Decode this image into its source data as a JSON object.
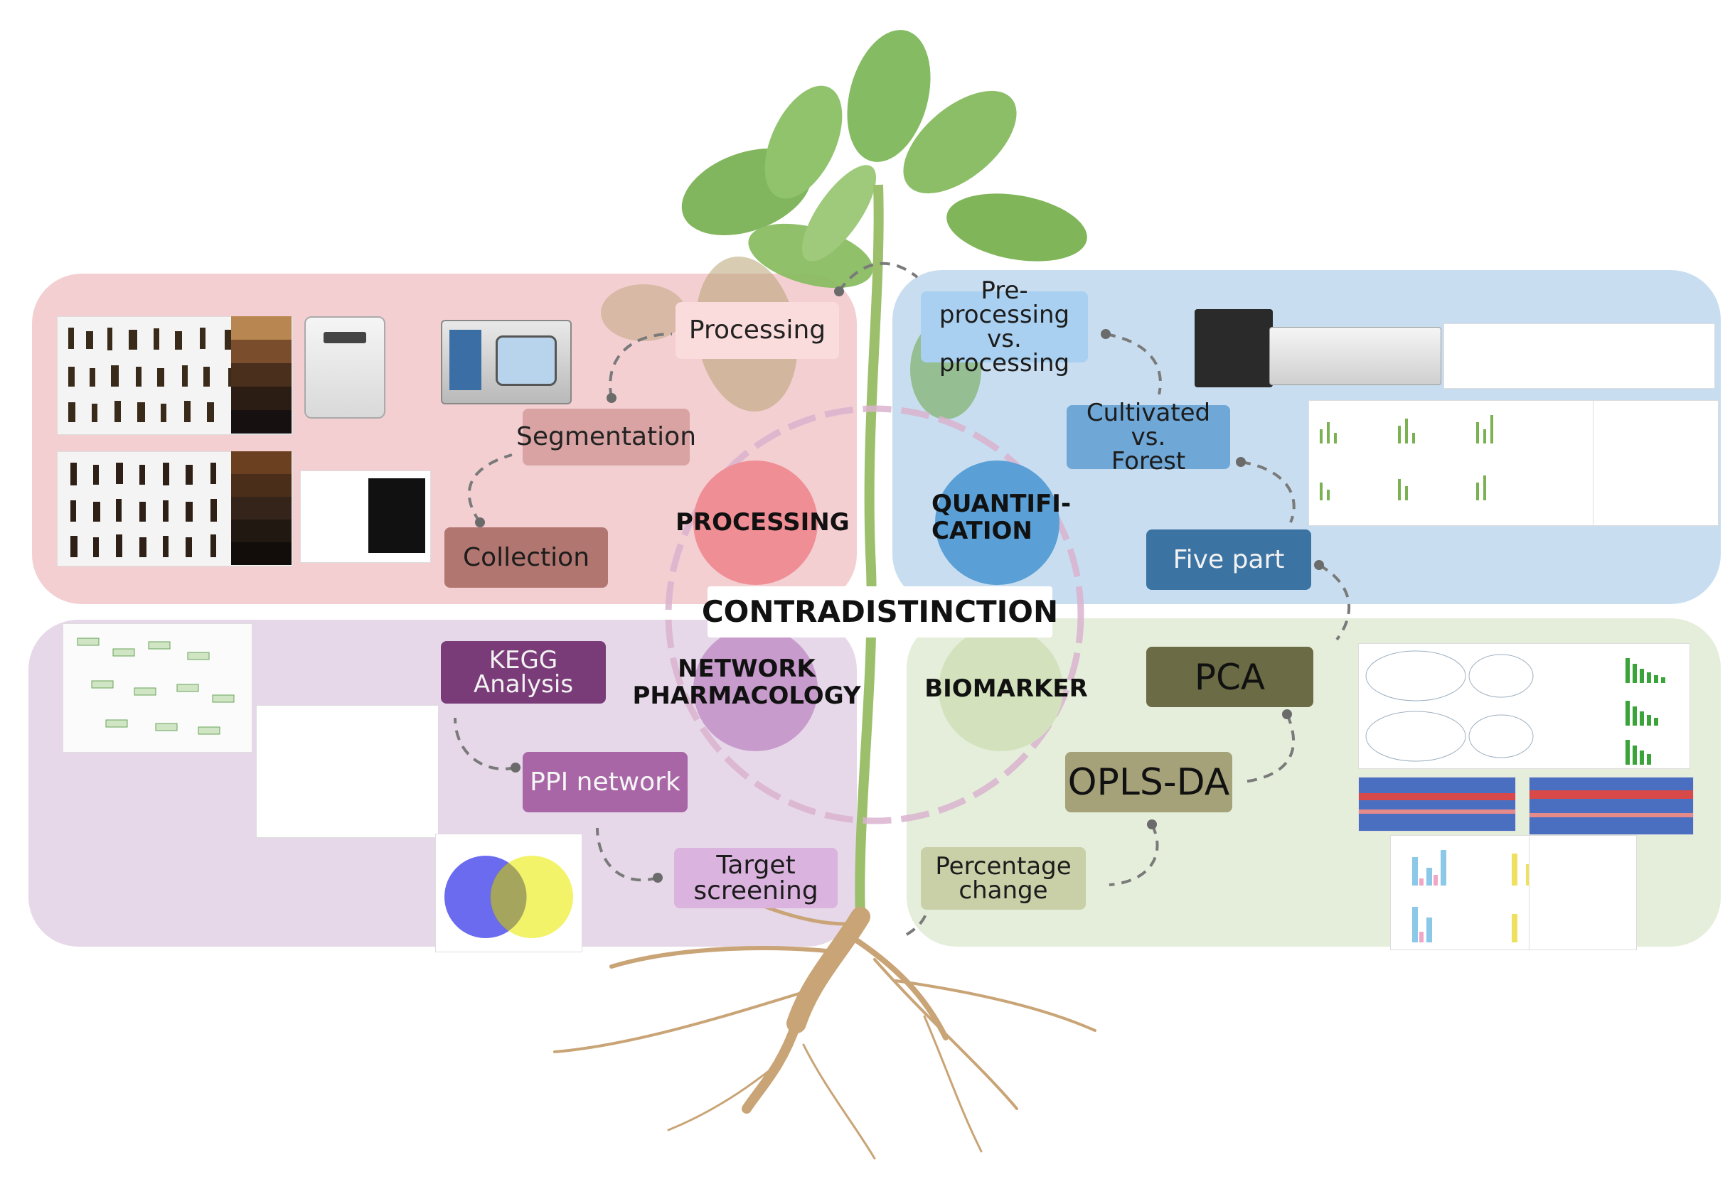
{
  "center": {
    "label": "CONTRADISTINCTION"
  },
  "quadrants": {
    "processing": {
      "circle_label": "PROCESSING",
      "color": "#f2cdd0",
      "steps": {
        "collection": "Collection",
        "segmentation": "Segmentation",
        "processing": "Processing"
      }
    },
    "quantification": {
      "circle_label": "QUANTIFI-\nCATION",
      "color": "#c9dff0",
      "steps": {
        "pre_processing": "Pre-processing\nvs.\nprocessing",
        "cultivated": "Cultivated\nvs.\nForest",
        "five_part": "Five part"
      }
    },
    "network_pharmacology": {
      "circle_label": "NETWORK\nPHARMACOLOGY",
      "color": "#e7d9ea",
      "steps": {
        "target_screening": "Target\nscreening",
        "ppi_network": "PPI network",
        "kegg": "KEGG\nAnalysis"
      }
    },
    "biomarker": {
      "circle_label": "BIOMARKER",
      "color": "#e6eedb",
      "steps": {
        "pca": "PCA",
        "opls_da": "OPLS-DA",
        "percentage_change": "Percentage\nchange"
      }
    }
  },
  "colors": {
    "processing_circle": "#ef8e94",
    "quantification_circle": "#5a9fd6",
    "network_circle": "#c79ccc",
    "biomarker_circle": "#d3e2bd",
    "stem": "#9bbf6a",
    "leaf": "#6fa74b",
    "root": "#c9a476"
  }
}
